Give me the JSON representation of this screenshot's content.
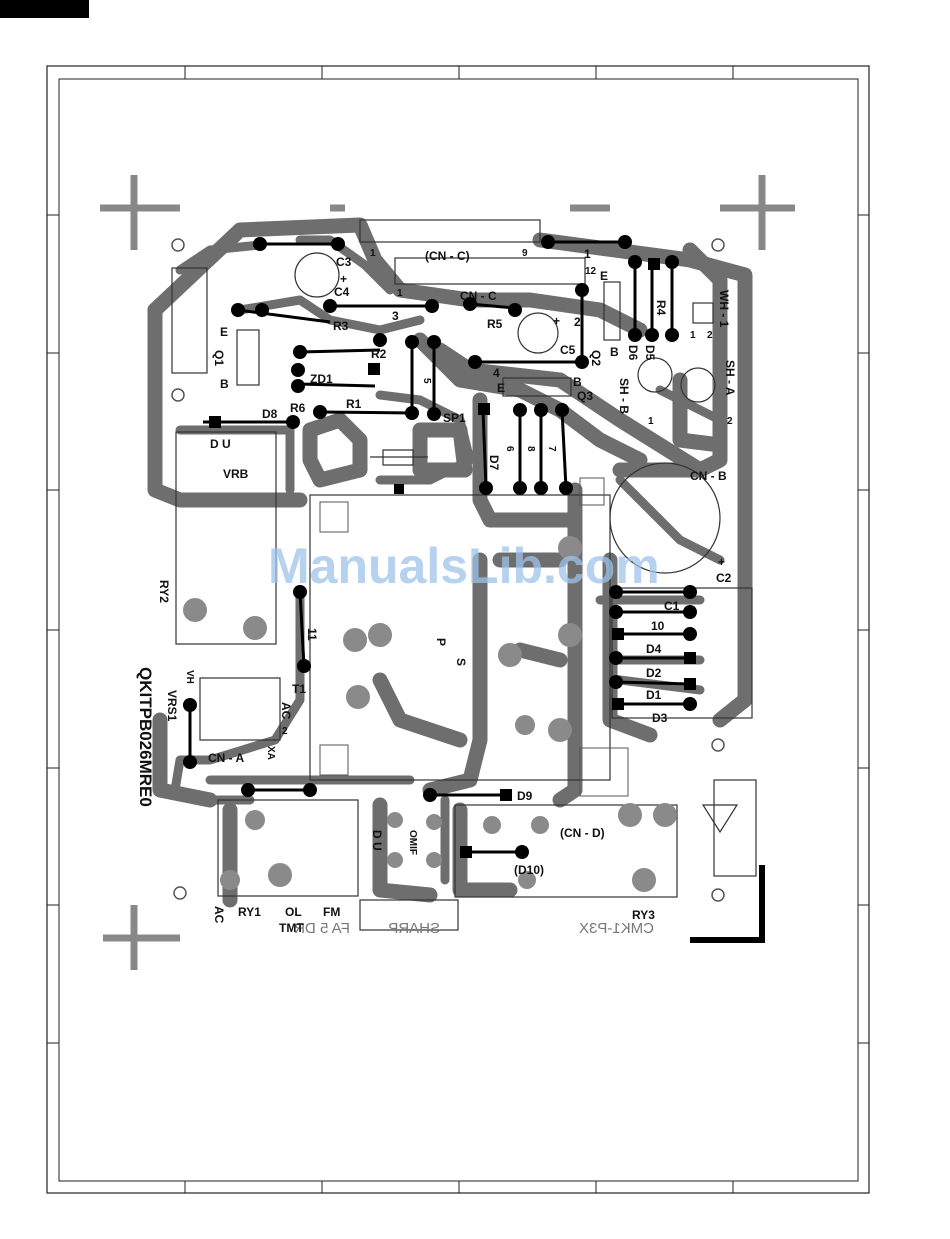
{
  "watermark": "ManualsLib.com",
  "board_code": "QKITPB026MRE0",
  "mirror_text": {
    "left": "FA 5 DR",
    "center": "SHARP",
    "right": "CMK1-P3X"
  },
  "labels": {
    "cn_c": "(CN - C)",
    "cn_c_pin1": "1",
    "cn_c_pin9": "9",
    "cn_c_pin1b": "1",
    "cn_c_pin12": "12",
    "cn_c_pin1c": "1",
    "c3": "C3",
    "c4": "C4",
    "c3_plus": "+",
    "cn_c2": "CN - C",
    "r5": "R5",
    "c5": "C5",
    "c5_plus": "+",
    "q2": "Q2",
    "e_q2": "E",
    "b_q2": "B",
    "r4": "R4",
    "d6": "D6",
    "d5": "D5",
    "wh1": "WH - 1",
    "wh1_pin1": "1",
    "wh1_pin2": "2",
    "sh_a": "SH - A",
    "sh_b": "SH - B",
    "sh_pin1": "1",
    "sh_pin2": "2",
    "r3": "R3",
    "r2": "R2",
    "q1": "Q1",
    "e_q1": "E",
    "b_q1": "B",
    "zd1": "ZD1",
    "r1": "R1",
    "r6": "R6",
    "d8": "D8",
    "sp1": "SP1",
    "q3": "Q3",
    "e_q3": "E",
    "b_q3": "B",
    "pin3": "3",
    "pin4": "4",
    "pin5": "5",
    "pin6": "6",
    "pin7": "7",
    "pin8": "8",
    "pin2": "2",
    "d7": "D7",
    "vrb": "VRB",
    "d_u": "D    U",
    "cn_b": "CN - B",
    "c2": "C2",
    "c2_plus": "+",
    "c1": "C1",
    "ry2": "RY2",
    "jumper11": "11",
    "p": "P",
    "s": "S",
    "j10": "10",
    "d4": "D4",
    "d2": "D2",
    "d1": "D1",
    "d3": "D3",
    "t1": "T1",
    "vh": "VH",
    "vrs1": "VRS1",
    "ac_t1": "AC",
    "ac2": "2",
    "xa": "XA",
    "cn_a": "CN - A",
    "d9": "D9",
    "cn_d": "(CN - D)",
    "d10": "(D10)",
    "omif": "OMIF",
    "d_u2": "D    U",
    "ac": "AC",
    "ry1": "RY1",
    "ol": "OL",
    "tmt": "TMT",
    "fm": "FM",
    "ry3": "RY3"
  }
}
